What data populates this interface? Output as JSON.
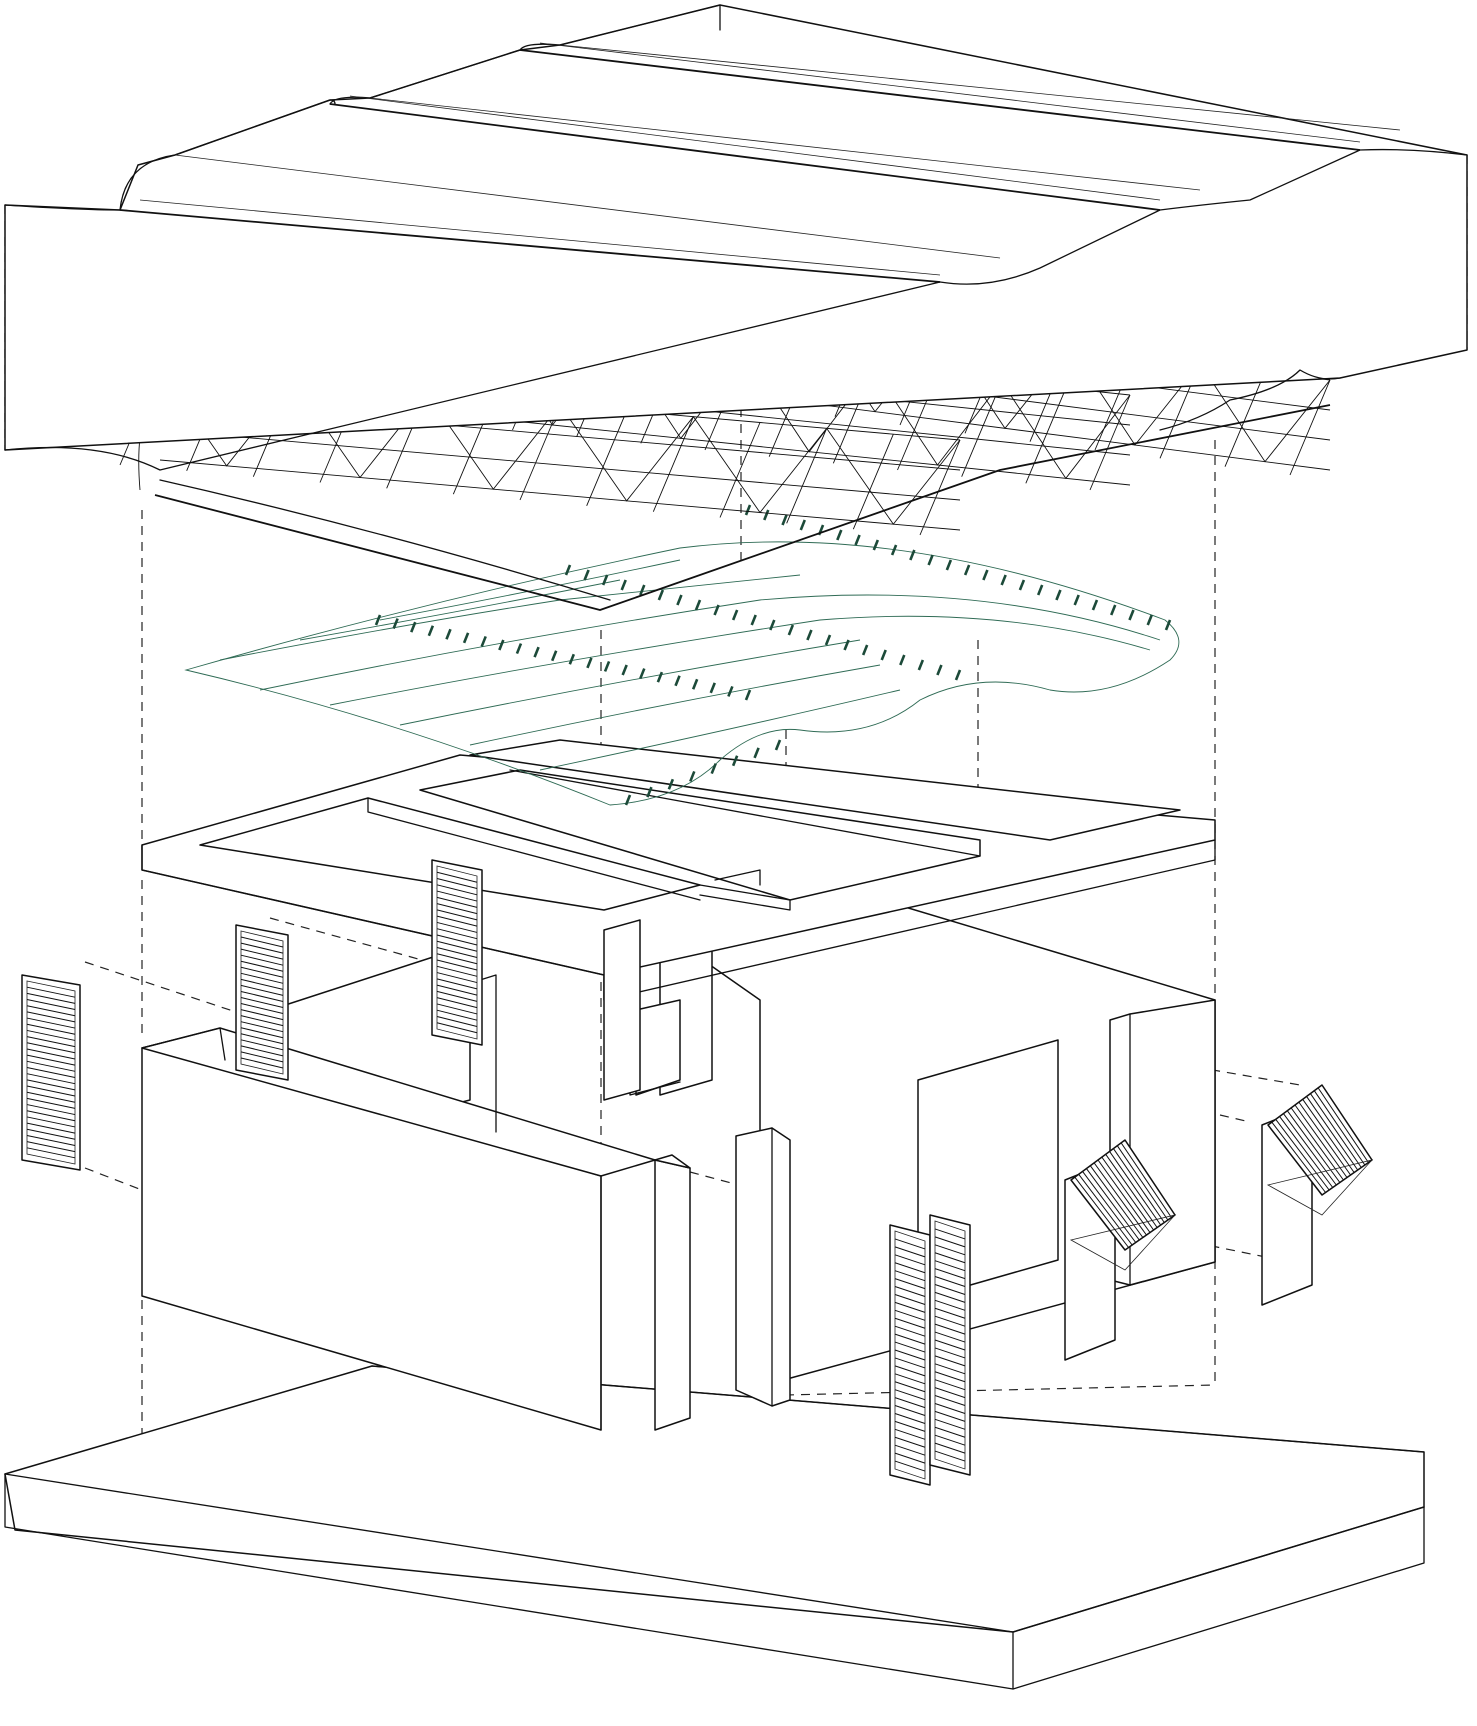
{
  "diagram": {
    "type": "exploded axonometric",
    "colors": {
      "line": "#111111",
      "membrane": "#2f6b55",
      "background": "#ffffff"
    },
    "components": [
      "corrugated-roof",
      "roof-truss-frame",
      "ceiling-membrane",
      "roof-slab-frame",
      "walls",
      "louvered-shutters",
      "base-platform"
    ]
  }
}
